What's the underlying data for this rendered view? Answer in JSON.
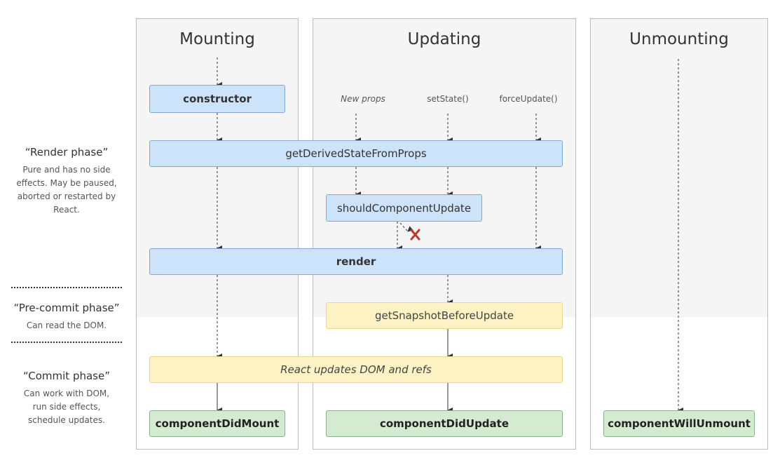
{
  "columns": {
    "mounting": "Mounting",
    "updating": "Updating",
    "unmounting": "Unmounting"
  },
  "phases": {
    "render": {
      "title": "“Render phase”",
      "desc": [
        "Pure and has no side",
        "effects. May be paused,",
        "aborted or restarted by",
        "React."
      ]
    },
    "precommit": {
      "title": "“Pre-commit phase”",
      "desc": [
        "Can read the DOM."
      ]
    },
    "commit": {
      "title": "“Commit phase”",
      "desc": [
        "Can work with DOM,",
        "run side effects,",
        "schedule updates."
      ]
    }
  },
  "triggers": {
    "new_props": "New props",
    "set_state": "setState()",
    "force_update": "forceUpdate()"
  },
  "methods": {
    "constructor": "constructor",
    "get_derived_state": "getDerivedStateFromProps",
    "should_update": "shouldComponentUpdate",
    "render": "render",
    "get_snapshot": "getSnapshotBeforeUpdate",
    "react_updates": "React updates DOM and refs",
    "did_mount": "componentDidMount",
    "did_update": "componentDidUpdate",
    "will_unmount": "componentWillUnmount"
  },
  "colors": {
    "render_phase_box": "#cde3fa",
    "precommit_box": "#fdf2c4",
    "commit_box": "#d5ebd1",
    "cancel_mark": "#d9372b"
  }
}
